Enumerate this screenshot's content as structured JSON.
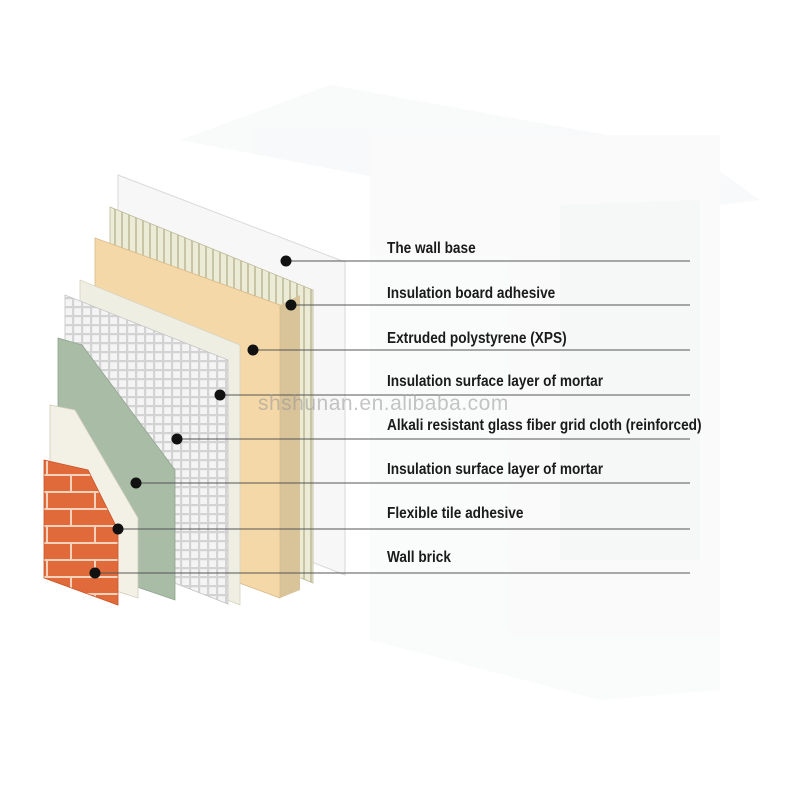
{
  "watermark": "shshunan.en.alibaba.com",
  "layers": [
    {
      "label": "The wall base"
    },
    {
      "label": "Insulation board adhesive"
    },
    {
      "label": "Extruded polystyrene (XPS)"
    },
    {
      "label": "Insulation surface layer of mortar"
    },
    {
      "label": "Alkali resistant glass fiber grid cloth (reinforced)"
    },
    {
      "label": "Insulation surface layer of mortar"
    },
    {
      "label": "Flexible tile adhesive"
    },
    {
      "label": "Wall brick"
    }
  ]
}
